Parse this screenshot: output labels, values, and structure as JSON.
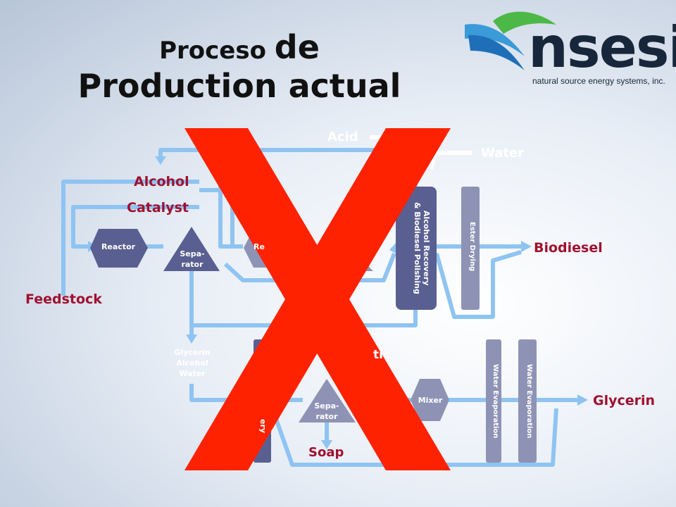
{
  "title": {
    "line1_a": "Proceso ",
    "line1_b": "de",
    "line2": "Production actual"
  },
  "logo": {
    "name": "nsesi",
    "tagline": "natural source energy systems, inc."
  },
  "inputs": {
    "acid": "Acid",
    "water": "Water",
    "alcohol": "Alcohol",
    "catalyst": "Catalyst",
    "feedstock": "Feedstock"
  },
  "process": {
    "reactor": "Reactor",
    "separator": "Sepa-\nrator",
    "reactor2_partial": "Re",
    "alcohol_recovery": "Alcohol Recovery\n& Biodiesel Polishing",
    "ester_drying": "Ester Drying",
    "glycerin_stream": "Glycerin\nAlcohol\nWater",
    "recovery_partial": "ery",
    "acidic_partial": "tic",
    "separator2": "Sepa-\nrator",
    "mixer": "Mixer",
    "water_evap_1": "Water Evaporation",
    "water_evap_2": "Water Evaporation"
  },
  "outputs": {
    "biodiesel": "Biodiesel",
    "glycerin": "Glycerin",
    "soap": "Soap"
  },
  "overlay": {
    "mark": "X"
  },
  "colors": {
    "flow": "#8fc4f2",
    "box": "#5a5f91",
    "box_light": "#8e93b5",
    "label_red": "#a0102f",
    "x_red": "#ff2200"
  }
}
